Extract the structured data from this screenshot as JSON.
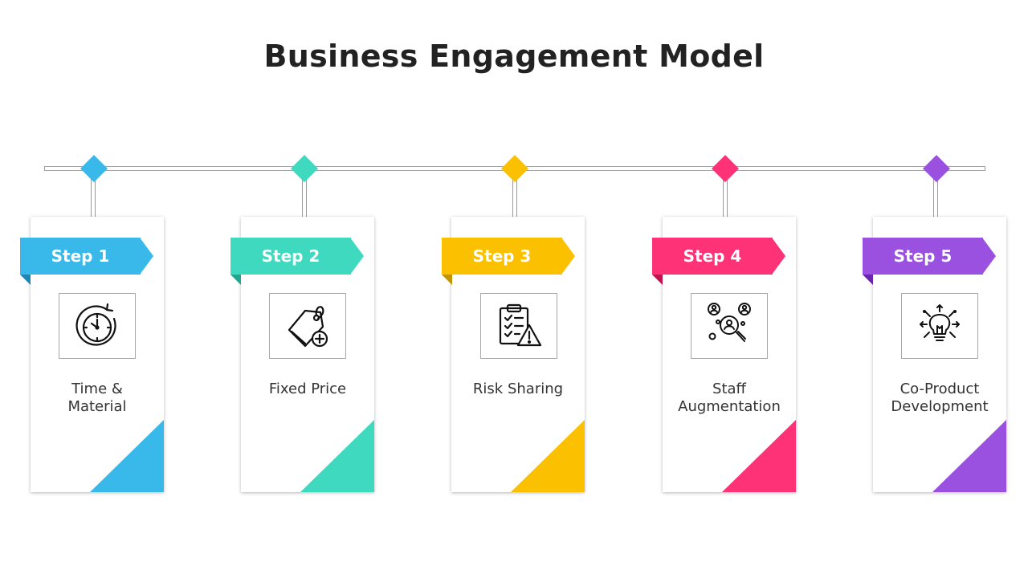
{
  "title": "Business Engagement Model",
  "steps": [
    {
      "label": "Step 1",
      "caption": "Time &\nMaterial",
      "color": "#39B9EA",
      "fold": "#1E87B5",
      "icon": "clock-icon"
    },
    {
      "label": "Step 2",
      "caption": "Fixed Price",
      "color": "#3FD9C0",
      "fold": "#22A592",
      "icon": "price-tag-icon"
    },
    {
      "label": "Step 3",
      "caption": "Risk Sharing",
      "color": "#FBC000",
      "fold": "#C59500",
      "icon": "clipboard-warning-icon"
    },
    {
      "label": "Step 4",
      "caption": "Staff\nAugmentation",
      "color": "#FD3277",
      "fold": "#C2124F",
      "icon": "people-search-icon"
    },
    {
      "label": "Step 5",
      "caption": "Co-Product\nDevelopment",
      "color": "#9B51E0",
      "fold": "#6B24B0",
      "icon": "lightbulb-icon"
    }
  ]
}
